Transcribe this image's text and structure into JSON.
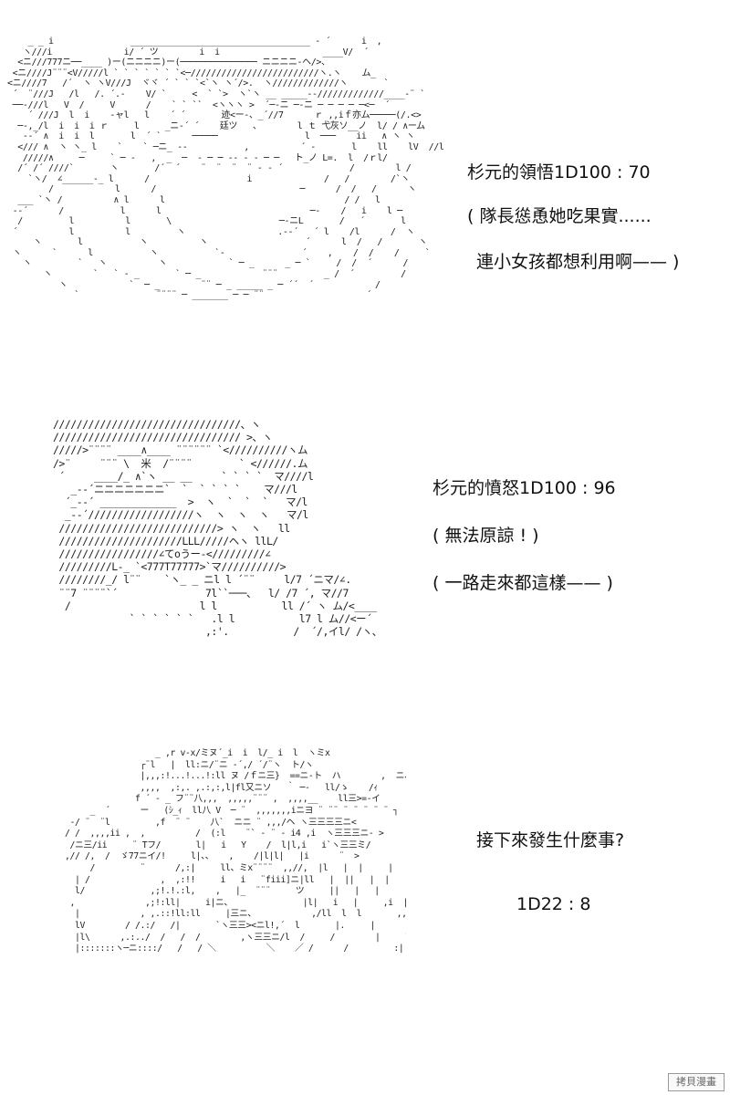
{
  "panels": [
    {
      "art": "    _ _ i               ___________________________________ - ´      i  ,\n   ヽ///i              i/ ´ ツ        i  i                    ____V/  ´\n  <ニ///777ニ──____ )ー(ニニニニ)ー(─────────────── ニニニニ-ヘ/>、\n <ニ////J¨¨¨<V/////l ` ` ` ` ` ` `<─/////////////////////////ヽ.ヽ    ム_\n<ニ////7   /´  ヽ ヽV///J  ヾヾ ´ ` ` `<`ヽ ヽ´/>.  ヽ/////////////ヽ       `\n ´  ¨///J   /l   /. ´.-    V/ `     <  ` `>  ヽ`ヽ __ _____‐‐/////////////____‐¨ `\n ──-///l   V  /     V      /    ` ` ``  <ヽヽヽ >  ´─-ニ ─-ニ ─ ─ ─ ─ ─<─  ´\n    ´ ///J  l  i    -ャl   l    ´ ´       迹<ー-、_´//7      ｒ ,,iｆ亦ム─────(/.<>\n  ─-,_/l  i  i  i ｒ     l     _ニ‐´ ´    廷ツ   、       l ｔ 弋灰ソ__ノ  l/ / ∧ーム\n   -‐´ ∧  i  i  l       l  ´ `      ─────                 l  ───    ii   ∧ ヽ ヽ\n  </// ∧  ヽ ヽ_ l    `    ` ─ニ_ -‐           ,          ´ ‐       l    ll    lV  //l\n   /////∧     ─     ` ─ ‐   ,  _  ─  ‐ ─ ─ ‐‐ ‐ ‐ ─ ─   ト_ノ L=.  l  /ｒl/\n  /´ /´ ////`       ヽ       /´  ´    ¨  ¨  ¨  ¨ ‐ ‐ ´             /        l /\n    `ヽ/  ∠______-_ l      /                   i              /   /        /`ヽ\n        /            l      /                            ─      /  /   /      ヽ\n  ___ `ヽ /          ∧ l      l                                   / /   l\n -‐´      /           l      l                             ─-    /   i    l ─\n  /         l          l       \\                     ─-ニL       /   ´       l\n ´          l          l         ヽ                  .-‐´   ´ l    /l      /  ヽ\n     ヽ       l           ヽ          ヽ                   ´      l  /   /       ヽ\n ヽ      `      l           ヽ           `-               ´    ,    /  /    /     `\n   ヽ         `   ヽ          ヽ            ` ─ _      _ ─ `     /  /  ´      /\n       ヽ        `   ` - _       ` ─ _            ¨¨¨         _ /  ´         /\n          ヽ            `  ─ _        ¨¨ ─ _ _____ _ ─ ´´  ´            /\n             `               ¨¨¨¨ ─ _______ ─ ─ ¨¨                    ´",
      "lines": [
        "杉元的領悟1D100 : 70",
        "( 隊長慫恿她吃果實......",
        "連小女孩都想利用啊—— )"
      ]
    },
    {
      "art": "////////////////////////////////、ヽ\n//////////////////////////////// >、ヽ\n/////>¨¨¨¨ ____∧____ ¨¨¨¨¨¨ `<//////////ヽム\n/>¨     ¨¨¨ \\  米  /¨¨¨¨        ` <//////.ム\n ´     ____/_ ∧`ヽ __ __     ` ` ` `  マ////l\n   _-‐´ニニニニニニニ`  `  ` ` ` `    マ///l\n  ´_-‐´ _____________  >  ヽ  `  `  `   マ/l\n  _-‐´//////////////////ヽ  ヽ  ヽ  ヽ   マ/l\n ///////////////////////////> ヽ  ヽ   ll\n /////////////////////LLL/////ヘヽ llL/\n /////////////////∠てoうー-</////////∠\n /////////L-_ `<777T77777>`マ//////////>\n ////////_/ l¨¨    `ヽ_ _ ニl l ´¨¨     l/7 ´ニマ/∠.\n ¨¨7 ¨¨¨¨`´               7l``───、  l/ /7 ´, マ//7\n  /                      l l           ll /´ ヽ ム/<____\n             ` ` ` ` ` `   .l l           l7 l ム//<ー´\n                          ,:'.           /  ´/,イl/ /ヽ、ー´",
      "lines": [
        "杉元的憤怒1D100 : 96",
        "( 無法原諒 ! )",
        "( 一路走來都這樣—— )"
      ]
    },
    {
      "art": "                    _ ,r v-x/ミヌ´_i  i  l/_ i  l  ヽミx\n                 ┌¨l   |  ll:ニ/¨ニ ‐´,/ ´/¨ヽ  ト/ヽ\n                 |,,,:!...!...!:ll ヌ /ｆニ三}  ==ニ-ト  ハ        ,  ニ、\n                 ,,,,  ,:,. ,.:,:,l|fl又ニソ   ｀ ─-   ll/ゝ    /ｨ\n                f ´ ‐ _ フ¨¨八,,,  ,,,,,¨¨¨ ,  ,,,,__    ll三>=-イ\n       _  ´      ー   (ｼ_ｨ  ll八 V  ─ ¨  ,,,,,,,iニヨ ¨ ¨¨ ¨ ¨ ¨ ¨ ¨ ┐\n   -/ ¨  ¨l         ,f  ¨ ¨    八`  ニニ ¨ ,,,/ヘ ヽ三三三三ニ<\n  / /  ,,,,ii ,  ,          /  (:l    ¨` ‐ ¨ ‐ i4 ,i  ヽ三三三ニ‐ >\n   /ニ三/ii     ¨ Tフ/       l|   i   Y    /  l|l,i   i`ヽ三三ミ/\n  ,// /,  /  ゞ77ニイ/!     l|、、   ,    /|l|l|   |i      ¨  >\n       /         ¨      /,:|     ll、ミx¨¨¨¨  ,,//,  |l   |  |     |\n    | /              ,  ,:!!     i   i   ¨fiii]ニ|ll   |  ||   |  |       |\n    l/             ,;!.!.:l,    ,   |_  ¨¨¨     ツ     ||   |   |       |\n   ,              ,;!:ll|     i|ニ、              |l|   i   |     ,i  |\n    |            , ,.::!ll:ll     |三ニ、           ,/ll  l  l       ,,,l,,,,i   ‖\n    lV        / /.:/   /|       `ヽ三三><ニl!,´  l       |.     |\n    |l\\      ,.:../  /   /  /        ,ヽ三三ニ/l  /     /        |     ll\n    |:::::::ヽ─ニ::::/   /   / ＼          ＼    ／ /      /         :|     /\\",
      "lines": [
        "接下來發生什麼事?",
        "1D22 : 8"
      ]
    }
  ],
  "watermark": "拷貝漫畫"
}
